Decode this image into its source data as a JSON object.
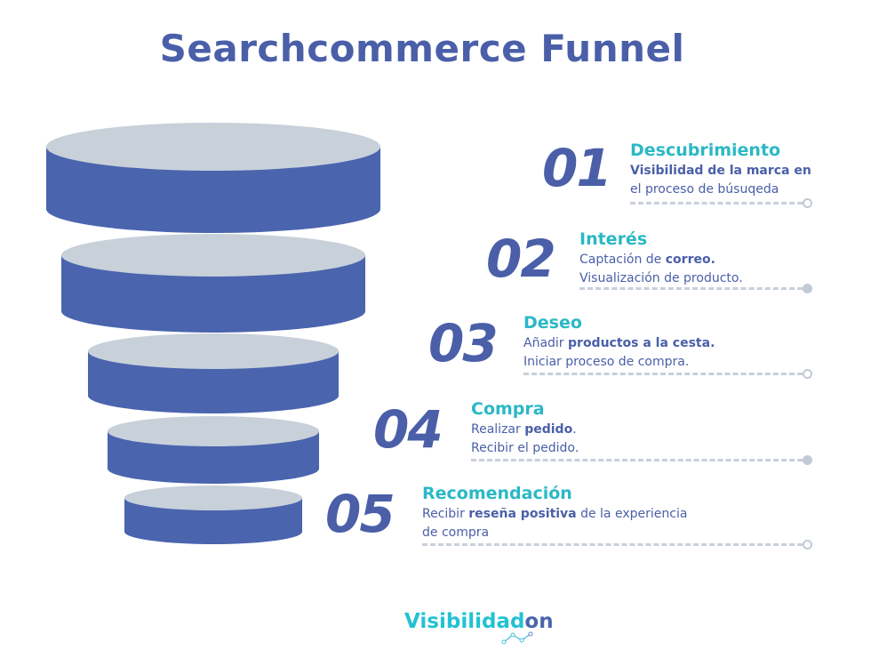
{
  "title": "Searchcommerce Funnel",
  "colors": {
    "blue": "#4a64ae",
    "top": "#c8d0da",
    "teal": "#2bb8c6"
  },
  "steps": [
    {
      "num": "01",
      "title": "Descubrimiento",
      "l1a": "Visibilidad de la marca",
      "l1b": " en",
      "l1c": "",
      "l2": "el proceso de búsuqeda",
      "dot": "hollow"
    },
    {
      "num": "02",
      "title": "Interés",
      "l1a": "Captación de ",
      "l1b": "correo.",
      "l1c": "",
      "l2": "Visualización de producto.",
      "dot": "filled"
    },
    {
      "num": "03",
      "title": "Deseo",
      "l1a": "Añadir ",
      "l1b": "productos a la cesta.",
      "l1c": "",
      "l2": "Iniciar proceso de compra.",
      "dot": "hollow"
    },
    {
      "num": "04",
      "title": "Compra",
      "l1a": "Realizar ",
      "l1b": "pedido",
      "l1c": ".",
      "l2": "Recibir el pedido.",
      "dot": "filled"
    },
    {
      "num": "05",
      "title": "Recomendación",
      "l1a": "Recibir ",
      "l1b": "reseña positiva",
      "l1c": " de la experiencia",
      "l2": "de compra",
      "dot": "hollow"
    }
  ],
  "logo": {
    "a": "Visibilidad",
    "b": "on"
  }
}
